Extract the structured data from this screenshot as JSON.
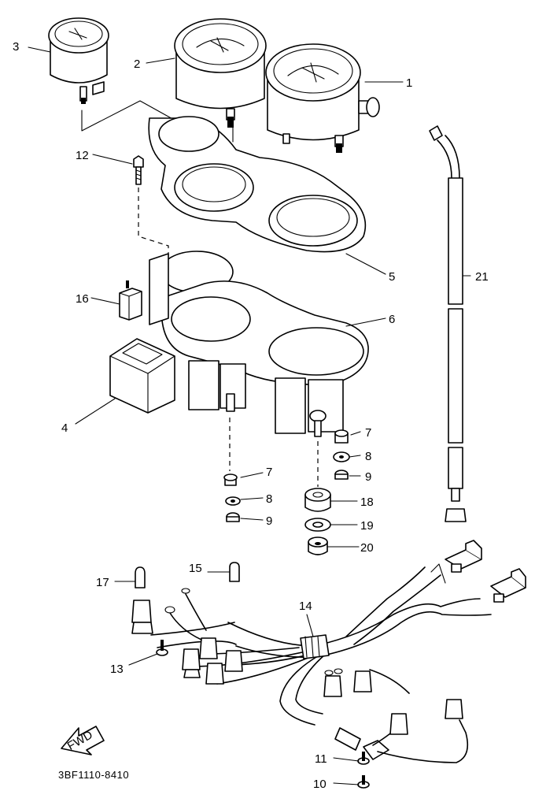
{
  "callouts": [
    {
      "id": "1",
      "text": "1"
    },
    {
      "id": "2",
      "text": "2"
    },
    {
      "id": "3",
      "text": "3"
    },
    {
      "id": "4",
      "text": "4"
    },
    {
      "id": "5",
      "text": "5"
    },
    {
      "id": "6",
      "text": "6"
    },
    {
      "id": "7a",
      "text": "7"
    },
    {
      "id": "7b",
      "text": "7"
    },
    {
      "id": "8a",
      "text": "8"
    },
    {
      "id": "8b",
      "text": "8"
    },
    {
      "id": "9a",
      "text": "9"
    },
    {
      "id": "9b",
      "text": "9"
    },
    {
      "id": "10",
      "text": "10"
    },
    {
      "id": "11",
      "text": "11"
    },
    {
      "id": "12",
      "text": "12"
    },
    {
      "id": "13",
      "text": "13"
    },
    {
      "id": "14",
      "text": "14"
    },
    {
      "id": "15",
      "text": "15"
    },
    {
      "id": "16",
      "text": "16"
    },
    {
      "id": "17",
      "text": "17"
    },
    {
      "id": "18",
      "text": "18"
    },
    {
      "id": "19",
      "text": "19"
    },
    {
      "id": "20",
      "text": "20"
    },
    {
      "id": "21",
      "text": "21"
    }
  ],
  "drawing_code": "3BF1110-8410",
  "fwd_arrow_text": "FWD"
}
